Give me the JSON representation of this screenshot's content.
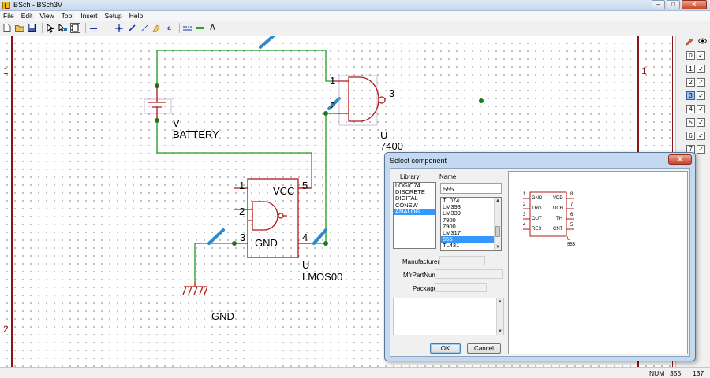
{
  "window": {
    "title": "BSch - BSch3V"
  },
  "menu": [
    "File",
    "Edit",
    "View",
    "Tool",
    "Insert",
    "Setup",
    "Help"
  ],
  "toolbar": {
    "text_tool_label": "a",
    "font_tool_label": "A"
  },
  "canvas": {
    "zones": {
      "row1_left": "1",
      "row1_right": "1",
      "row2_left": "2"
    },
    "labels": {
      "battery_ref": "V",
      "battery_name": "BATTERY",
      "u1_ref": "U",
      "u1_name": "7400",
      "u2_ref": "U",
      "u2_name": "LMOS00",
      "gnd_label": "GND",
      "vcc_pin": "VCC",
      "gnd_pin": "GND",
      "pin_1a": "1",
      "pin_2a": "2",
      "pin_3a": "3",
      "pin_1b": "1",
      "pin_2b": "2",
      "pin_3b": "3",
      "pin_4b": "4",
      "pin_5b": "5"
    }
  },
  "layers": {
    "items": [
      "0",
      "1",
      "2",
      "3",
      "4",
      "5",
      "6",
      "7"
    ],
    "active": "3",
    "check_mark": "✓"
  },
  "status": {
    "mode": "NUM",
    "x": "355",
    "y": "137"
  },
  "dialog": {
    "title": "Select component",
    "close_label": "X",
    "library_label": "Library",
    "name_label": "Name",
    "libraries": [
      "LOGIC74",
      "DISCRETE",
      "DIGITAL",
      "CONSW",
      "ANALOG"
    ],
    "selected_library": "ANALOG",
    "name_value": "555",
    "components": [
      "TL074",
      "LM393",
      "LM339",
      "7800",
      "7900",
      "LM317",
      "555",
      "TL431"
    ],
    "selected_component": "555",
    "manufacturer_label": "Manufacturer",
    "mfrpartnum_label": "MfrPartNum",
    "package_label": "Package",
    "ok_label": "OK",
    "cancel_label": "Cancel",
    "preview": {
      "left_pins": [
        {
          "num": "1",
          "name": "GND"
        },
        {
          "num": "2",
          "name": "TRG"
        },
        {
          "num": "3",
          "name": "OUT"
        },
        {
          "num": "4",
          "name": "RES"
        }
      ],
      "right_pins": [
        {
          "num": "8",
          "name": "VDD"
        },
        {
          "num": "7",
          "name": "DCH"
        },
        {
          "num": "6",
          "name": "TH"
        },
        {
          "num": "5",
          "name": "CNT"
        }
      ],
      "ref": "U",
      "name": "555"
    }
  }
}
